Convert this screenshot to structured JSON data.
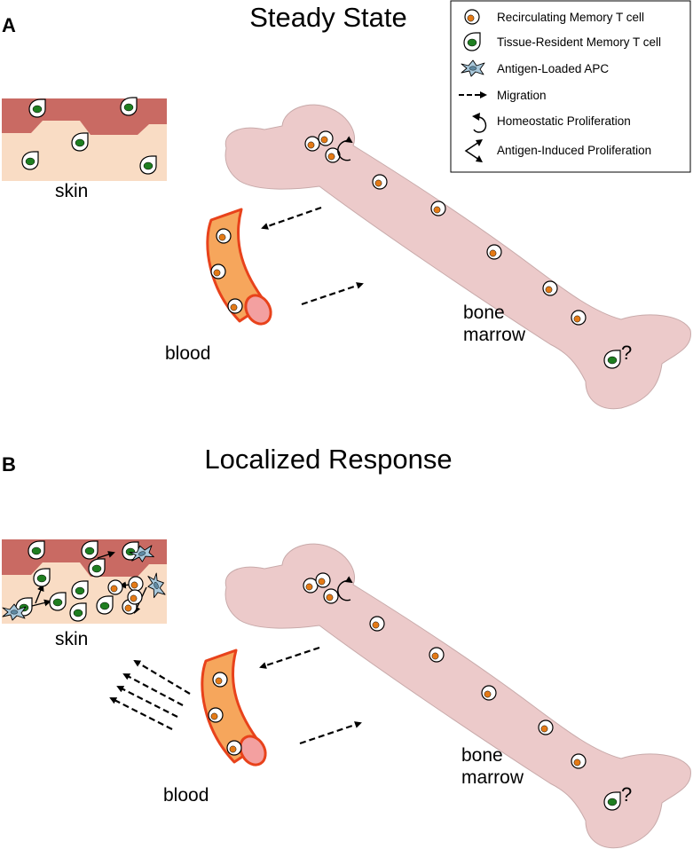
{
  "panels": [
    {
      "letter": "A",
      "title": "Steady State",
      "labels": {
        "skin": "skin",
        "blood": "blood",
        "bone_line1": "bone",
        "bone_line2": "marrow",
        "question": "?"
      }
    },
    {
      "letter": "B",
      "title": "Localized Response",
      "labels": {
        "skin": "skin",
        "blood": "blood",
        "bone_line1": "bone",
        "bone_line2": "marrow",
        "question": "?"
      }
    }
  ],
  "legend": {
    "items": [
      {
        "icon": "recirculating-memory-t-cell-icon",
        "label": "Recirculating Memory T cell"
      },
      {
        "icon": "tissue-resident-memory-t-cell-icon",
        "label": "Tissue-Resident Memory T cell"
      },
      {
        "icon": "antigen-loaded-apc-icon",
        "label": "Antigen-Loaded APC"
      },
      {
        "icon": "migration-arrow-icon",
        "label": "Migration"
      },
      {
        "icon": "homeostatic-proliferation-icon",
        "label": "Homeostatic Proliferation"
      },
      {
        "icon": "antigen-induced-proliferation-icon",
        "label": "Antigen-Induced Proliferation"
      }
    ]
  },
  "colors": {
    "bone": "#eccaca",
    "bone_outline": "#c8aaaa",
    "skin_epidermis": "#c96a63",
    "skin_dermis": "#f9dcc4",
    "vessel_fill": "#f6a65c",
    "vessel_outline": "#e8421b",
    "vessel_lumen": "#f3a0a0",
    "recirculating_nucleus": "#e47a16",
    "resident_nucleus": "#1e7e20",
    "apc": "#a9c9dc"
  }
}
